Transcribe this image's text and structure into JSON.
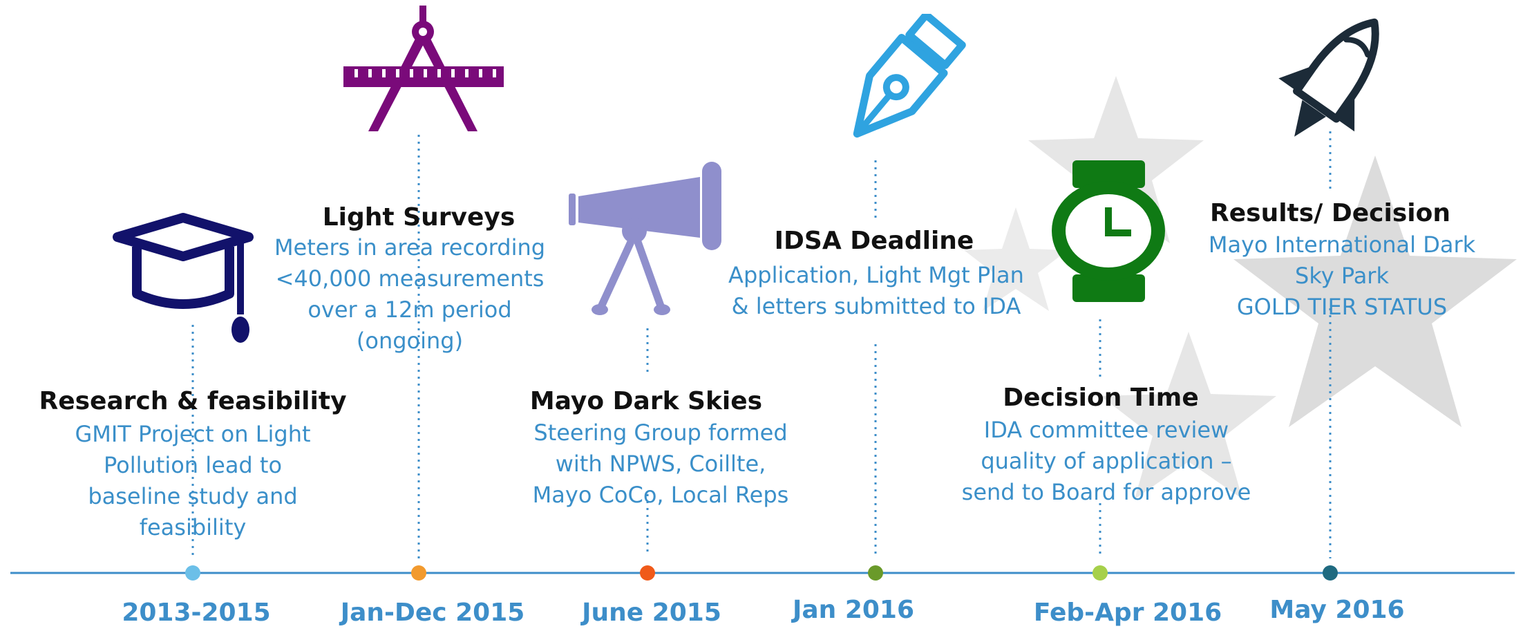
{
  "colors": {
    "timeline": "#3d8ec9",
    "title": "#111111",
    "description": "#3a8fc9",
    "date": "#3d8ec9",
    "star": "#d8d8d8"
  },
  "milestones": [
    {
      "title": "Research & feasibility",
      "description": [
        "GMIT Project on Light",
        "Pollution lead to",
        "baseline study and",
        "feasibility"
      ],
      "date": "2013-2015",
      "dot_color": "#6bbfe8",
      "icon": "graduation-cap-icon",
      "icon_color": "#12126b"
    },
    {
      "title": "Light Surveys",
      "description": [
        "Meters in area recording",
        "<40,000 measurements",
        "over a 12m period",
        "(ongoing)"
      ],
      "date": "Jan-Dec 2015",
      "dot_color": "#f29a2e",
      "icon": "compass-ruler-icon",
      "icon_color": "#7a0a7a"
    },
    {
      "title": "Mayo Dark Skies",
      "description": [
        "Steering Group formed",
        "with NPWS, Coillte,",
        "Mayo CoCo, Local Reps"
      ],
      "date": "June 2015",
      "dot_color": "#f05a1a",
      "icon": "telescope-icon",
      "icon_color": "#8f8fcc"
    },
    {
      "title": "IDSA Deadline",
      "description": [
        "Application, Light Mgt Plan",
        "& letters submitted to IDA"
      ],
      "date": "Jan 2016",
      "dot_color": "#6a9a2a",
      "icon": "fountain-pen-icon",
      "icon_color": "#2fa3e0"
    },
    {
      "title": "Decision Time",
      "description": [
        "IDA committee review",
        "quality of application –",
        "send to Board for approve"
      ],
      "date": "Feb-Apr 2016",
      "dot_color": "#a6d04a",
      "icon": "watch-icon",
      "icon_color": "#0f7a14"
    },
    {
      "title": "Results/ Decision",
      "description": [
        "Mayo International Dark",
        "Sky Park",
        "GOLD TIER STATUS"
      ],
      "date": "May 2016",
      "dot_color": "#1f6a80",
      "icon": "rocket-icon",
      "icon_color": "#1c2b38"
    }
  ]
}
